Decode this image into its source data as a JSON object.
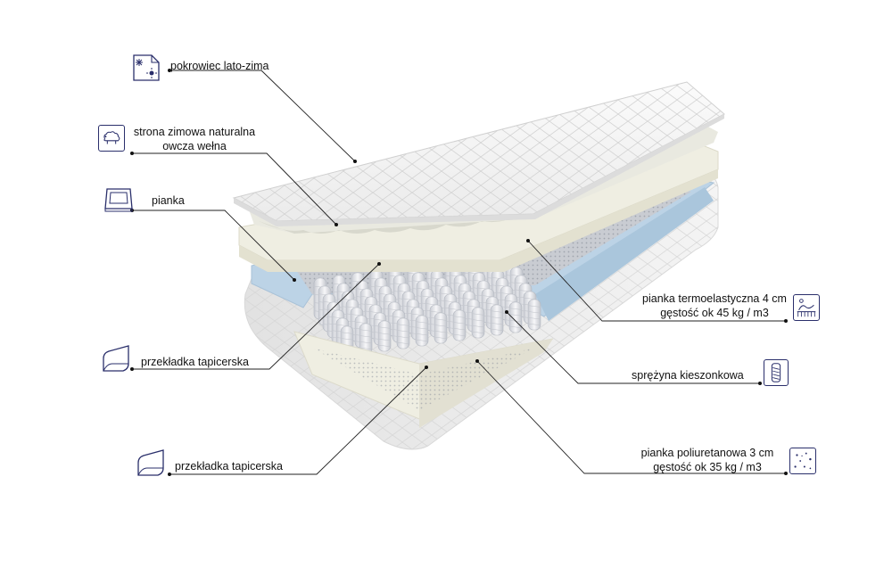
{
  "labels": {
    "cover": "pokrowiec lato-zima",
    "wool_line1": "strona zimowa naturalna",
    "wool_line2": "owcza wełna",
    "foam": "pianka",
    "spacer_top": "przekładka tapicerska",
    "spacer_bottom": "przekładka tapicerska",
    "thermo_line1": "pianka termoelastyczna 4 cm",
    "thermo_line2": "gęstość ok 45 kg / m3",
    "spring": "sprężyna kieszonkowa",
    "pu_line1": "pianka poliuretanowa 3 cm",
    "pu_line2": "gęstość ok 35 kg / m3"
  },
  "icons": {
    "cover": "snow-sun-icon",
    "wool": "sheep-icon",
    "foam": "foam-tray-icon",
    "spacer_top": "folded-sheet-icon",
    "spacer_bottom": "folded-sheet-icon",
    "thermo": "thermo-foam-icon",
    "spring": "pocket-spring-icon",
    "pu": "pu-foam-dots-icon"
  },
  "colors": {
    "icon_stroke": "#2a2f6b",
    "leader_line": "#222222",
    "foam_blue": "#bcd3e6",
    "foam_cream": "#efeee2"
  }
}
